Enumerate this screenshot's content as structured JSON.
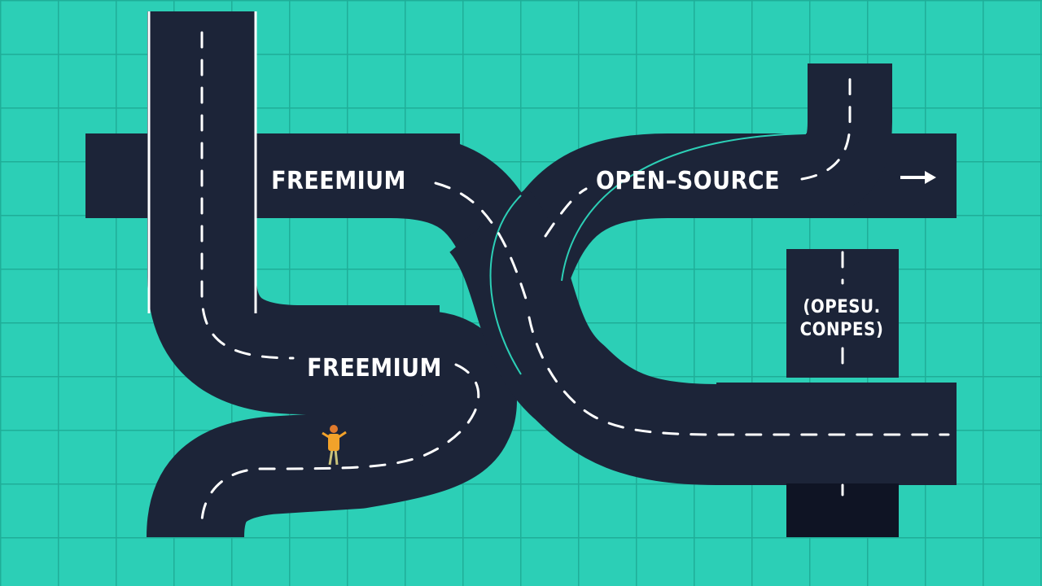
{
  "colors": {
    "background": "#2ccfb6",
    "grid": "#1fae98",
    "road": "#1c2438",
    "lane_marking": "#ffffff",
    "figure_shirt": "#f2a22a"
  },
  "labels": {
    "freemium_top": "FREEMIUM",
    "open_source": "OPEN–SOURCE",
    "freemium_bottom": "FREEMIUM",
    "sign_line1": "(OPESU.",
    "sign_line2": "CONPES)"
  },
  "icons": {
    "direction": "right-arrow-icon",
    "traveler": "person-icon"
  }
}
